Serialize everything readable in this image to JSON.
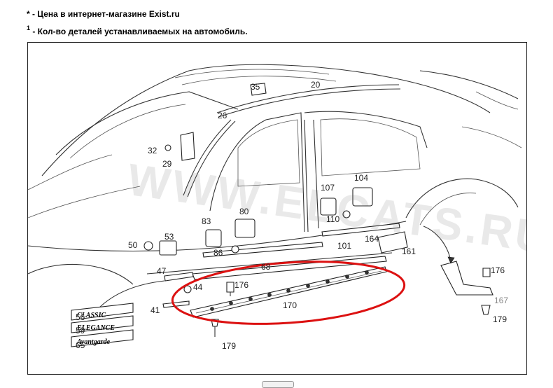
{
  "notes": {
    "price_marker": "*",
    "price_text": " - Цена в интернет-магазине Exist.ru",
    "qty_marker": "1",
    "qty_text": " - Кол-во деталей устанавливаемых на автомобиль."
  },
  "watermark": "WWW.ELCATS.RU",
  "diagram": {
    "part_labels": [
      "35",
      "20",
      "26",
      "32",
      "29",
      "104",
      "107",
      "110",
      "80",
      "83",
      "86",
      "53",
      "50",
      "47",
      "44",
      "41",
      "56",
      "59",
      "65",
      "68",
      "176",
      "170",
      "179",
      "101",
      "164",
      "161",
      "176",
      "167",
      "179"
    ],
    "badges": [
      "CLASSIC",
      "ELEGANCE",
      "Avantgarde"
    ],
    "highlight_color": "#dc1111"
  }
}
